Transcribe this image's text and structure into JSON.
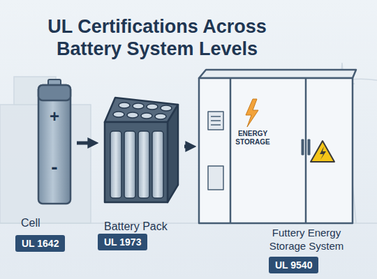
{
  "diagram": {
    "title": "UL Certifications Across Battery System Levels",
    "nodes": [
      {
        "text": [
          "+",
          "-",
          "Cell"
        ]
      },
      {
        "text": [
          "UL 1642"
        ]
      },
      {
        "text": [
          "Battery Pack"
        ]
      },
      {
        "text": [
          "UL 1973"
        ]
      },
      {
        "text": [
          "ENERGY STORAGE",
          "Futtery Energy Storage System"
        ]
      },
      {
        "text": [
          "UL 9540"
        ]
      }
    ],
    "edges": [
      {
        "from": 0,
        "to": 2,
        "arrow": "to"
      },
      {
        "from": 2,
        "to": 4,
        "arrow": "to"
      }
    ]
  }
}
